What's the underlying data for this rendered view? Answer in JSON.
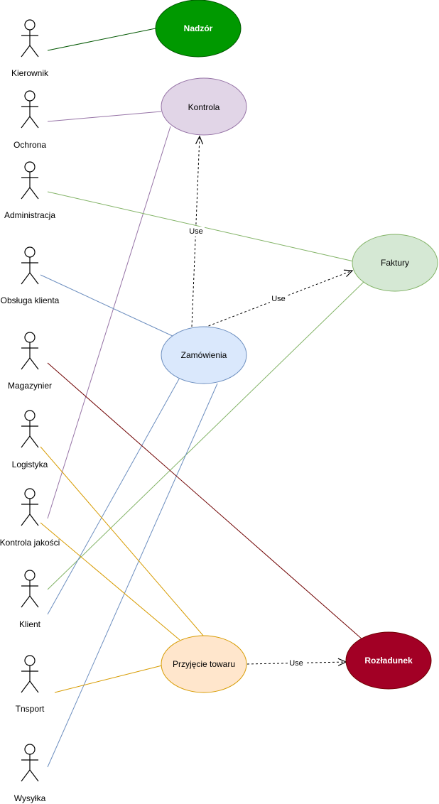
{
  "actors": {
    "kierownik": "Kierownik",
    "ochrona": "Ochrona",
    "administracja": "Administracja",
    "obsluga": "Obsługa klienta",
    "magazynier": "Magazynier",
    "logistyka": "Logistyka",
    "kontrola_jakosci": "Kontrola jakości",
    "klient": "Klient",
    "tnsport": "Tnsport",
    "wysylka": "Wysyłka"
  },
  "use_cases": {
    "nadzor": "Nadzór",
    "kontrola": "Kontrola",
    "faktury": "Faktury",
    "zamowienia": "Zamówienia",
    "przyjecie": "Przyjęcie towaru",
    "rozladunek": "Rozładunek"
  },
  "dependencies": {
    "use1": "Use",
    "use2": "Use",
    "use3": "Use"
  },
  "colors": {
    "nadzor_fill": "#009900",
    "nadzor_stroke": "#005700",
    "kontrola_fill": "#e1d5e7",
    "kontrola_stroke": "#9673a6",
    "faktury_fill": "#d5e8d4",
    "faktury_stroke": "#82b366",
    "zamowienia_fill": "#dae8fc",
    "zamowienia_stroke": "#6c8ebf",
    "przyjecie_fill": "#ffe6cc",
    "przyjecie_stroke": "#d79b00",
    "rozladunek_fill": "#a20025",
    "rozladunek_stroke": "#6f0000"
  }
}
